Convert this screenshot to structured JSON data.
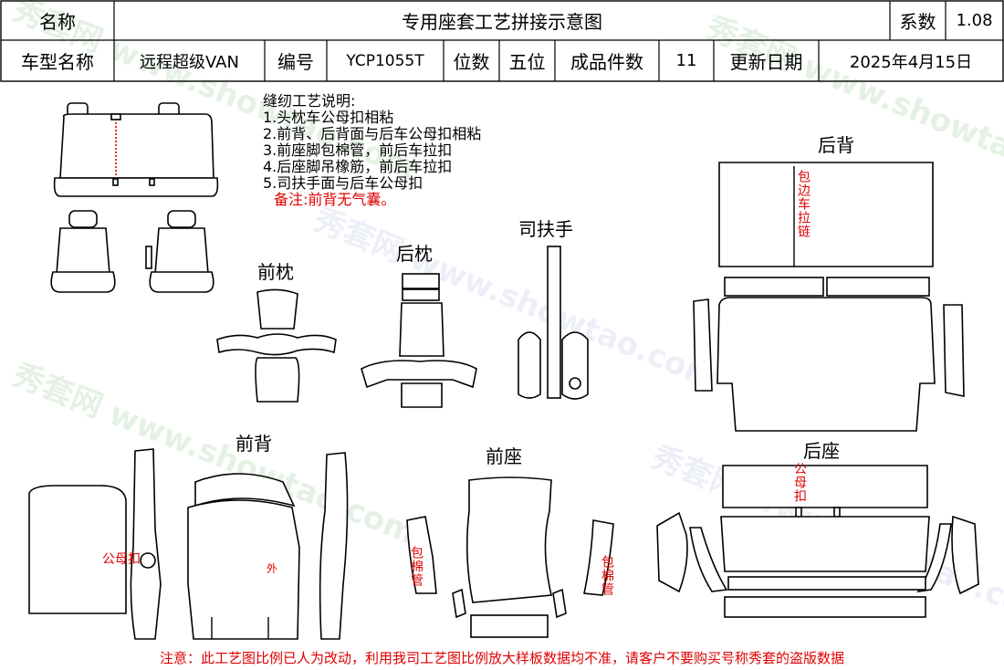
{
  "header": {
    "name_label": "名称",
    "title": "专用座套工艺拼接示意图",
    "coef_label": "系数",
    "coef_value": "1.08",
    "model_label": "车型名称",
    "model_value": "远程超级VAN",
    "code_label": "编号",
    "code_value": "YCP1055T",
    "seats_label": "位数",
    "seats_value": "五位",
    "pieces_label": "成品件数",
    "pieces_value": "11",
    "date_label": "更新日期",
    "date_value": "2025年4月15日"
  },
  "notes": {
    "title": "缝纫工艺说明:",
    "items": [
      "1.头枕车公母扣相粘",
      "2.前背、后背面与后车公母扣相粘",
      "3.前座脚包棉管，前后车拉扣",
      "4.后座脚吊橡筋，前后车拉扣",
      "5.司扶手面与后车公母扣"
    ],
    "remark": "备注:前背无气囊。"
  },
  "sections": {
    "front_headrest": "前枕",
    "rear_headrest": "后枕",
    "armrest": "司扶手",
    "rear_back": "后背",
    "front_back": "前背",
    "front_seat": "前座",
    "rear_seat": "后座"
  },
  "annotations": {
    "rear_back_zip": "包边车拉链",
    "front_back_snap": "公母扣",
    "front_back_outer": "外",
    "front_seat_tube_left": "包棉管",
    "front_seat_tube_right": "包棉管",
    "rear_seat_snap": "公母扣"
  },
  "watermark": {
    "brand": "秀套网",
    "url": "www.showtao.com"
  },
  "footer": "注意：此工艺图比例已人为改动，利用我司工艺图比例放大样板数据均不准，请客户不要购买号称秀套的盗版数据"
}
